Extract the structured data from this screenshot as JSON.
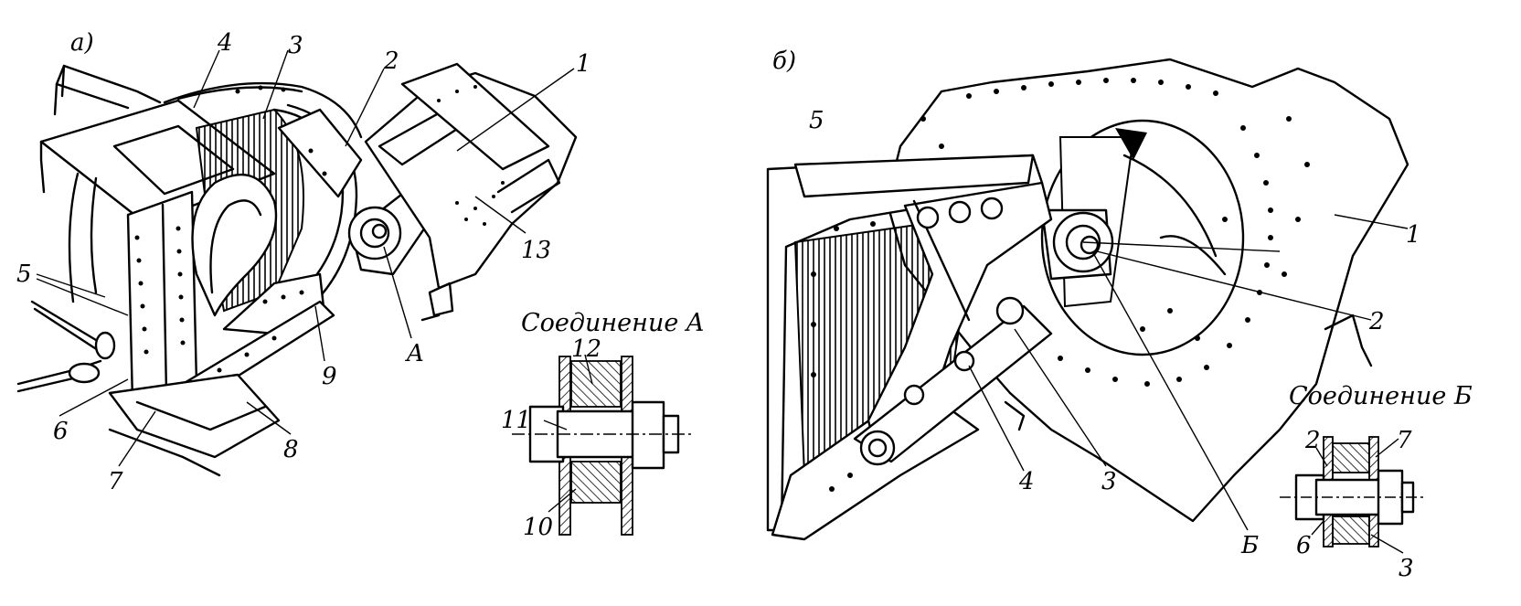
{
  "figure": {
    "panel_a_tag": "a)",
    "panel_b_tag": "б)",
    "panel_a": {
      "callouts": [
        "1",
        "2",
        "3",
        "4",
        "5",
        "6",
        "7",
        "8",
        "9",
        "13",
        "A"
      ],
      "detail_title": "Соединение A",
      "detail_callouts": [
        "10",
        "11",
        "12"
      ]
    },
    "panel_b": {
      "callouts": [
        "1",
        "2",
        "3",
        "4",
        "5",
        "Б"
      ],
      "detail_title": "Соединение Б",
      "detail_callouts": [
        "2",
        "3",
        "6",
        "7"
      ]
    }
  }
}
